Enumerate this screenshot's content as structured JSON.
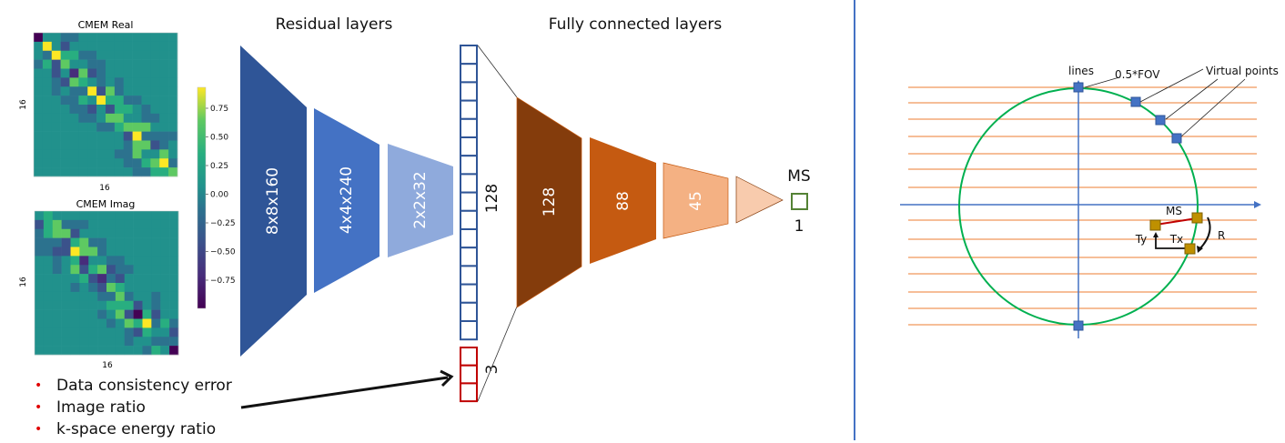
{
  "left": {
    "heatmap_real": {
      "title": "CMEM Real",
      "ylabel": "16",
      "xlabel": "16"
    },
    "heatmap_imag": {
      "title": "CMEM Imag",
      "ylabel": "16",
      "xlabel": "16"
    },
    "colorbar": {
      "ticks": [
        "0.75",
        "0.50",
        "0.25",
        "0.00",
        "−0.25",
        "−0.50",
        "−0.75"
      ]
    },
    "residual_title": "Residual layers",
    "fc_title": "Fully connected layers",
    "residual_blocks": [
      {
        "label": "8x8x160",
        "color": "#2f5597"
      },
      {
        "label": "4x4x240",
        "color": "#4472c4"
      },
      {
        "label": "2x2x32",
        "color": "#8faadc"
      }
    ],
    "feature_vector_label": "128",
    "extra_vector_label": "3",
    "fc_blocks": [
      {
        "label": "128",
        "color": "#843c0c"
      },
      {
        "label": "88",
        "color": "#c55a11"
      },
      {
        "label": "45",
        "color": "#f4b183"
      },
      {
        "label": "",
        "color": "#f8cbad"
      }
    ],
    "output_title": "MS",
    "output_size": "1",
    "bullets": [
      "Data consistency error",
      "Image ratio",
      "k-space energy ratio"
    ]
  },
  "right": {
    "labels": {
      "lines": "lines",
      "fov": "0.5*FOV",
      "virtual_points": "Virtual points",
      "ms": "MS",
      "ty": "Ty",
      "tx": "Tx",
      "r": "R"
    },
    "colors": {
      "lines": "#ed7d31",
      "circle": "#00b050",
      "axis": "#4472c4",
      "point": "#4472c4",
      "ms_point": "#bf9000",
      "ms_line": "#c00000"
    }
  }
}
